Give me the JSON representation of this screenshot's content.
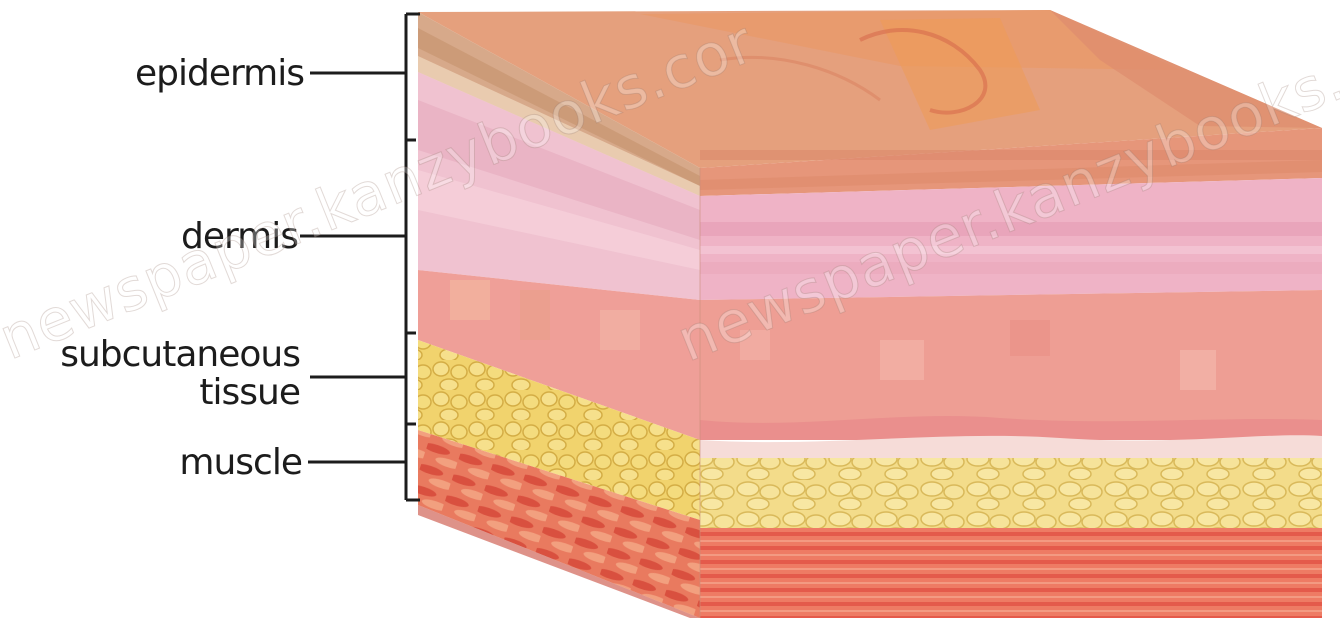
{
  "labels": {
    "epidermis": "epidermis",
    "dermis": "dermis",
    "subcutaneous_line1": "subcutaneous",
    "subcutaneous_line2": "tissue",
    "muscle": "muscle"
  },
  "watermark": {
    "text_left": "newspaper.kanzybooks.cor",
    "text_right": "newspaper.kanzybooks.co"
  },
  "colors": {
    "epidermis_top": "#e7a27c",
    "epidermis_layer": "#d6a77f",
    "dermis_upper": "#efb4c6",
    "dermis_lower": "#ee9e95",
    "fat": "#f0d77e",
    "muscle": "#e9705f",
    "label_text": "#1c1c1c"
  }
}
